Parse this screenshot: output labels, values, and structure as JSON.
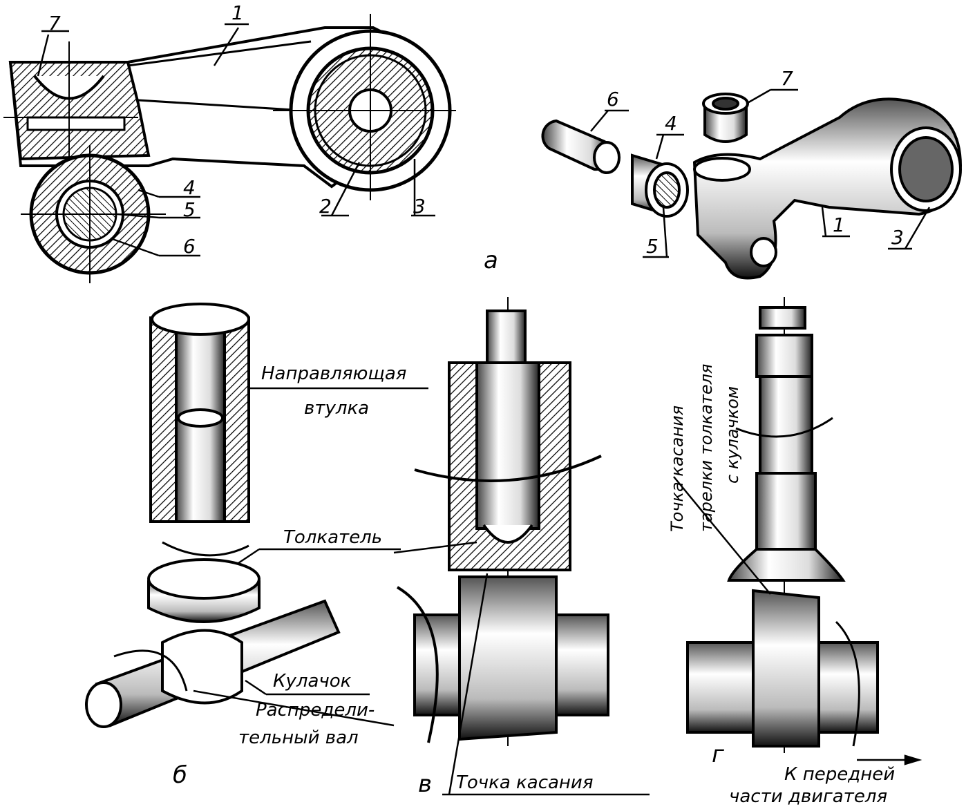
{
  "figure_a": {
    "callout_numbers_left": [
      "7",
      "1",
      "4",
      "5",
      "6",
      "2",
      "3"
    ],
    "callout_numbers_right": [
      "6",
      "7",
      "4",
      "5",
      "1",
      "3"
    ],
    "sublabel": "а"
  },
  "figure_b": {
    "guide_bushing_label_line1": "Направляющая",
    "guide_bushing_label_line2": "втулка",
    "pusher_label": "Толкатель",
    "cam_label": "Кулачок",
    "camshaft_label_line1": "Распредели-",
    "camshaft_label_line2": "тельный вал",
    "sublabel": "б"
  },
  "figure_v": {
    "contact_point_label": "Точка касания",
    "sublabel": "в"
  },
  "figure_g": {
    "contact_label_line1": "Точка касания",
    "contact_label_line2": "тарелки толкателя",
    "contact_label_line3": "с кулачком",
    "direction_label_line1": "К  передней",
    "direction_label_line2": "части двигателя",
    "sublabel": "г"
  }
}
